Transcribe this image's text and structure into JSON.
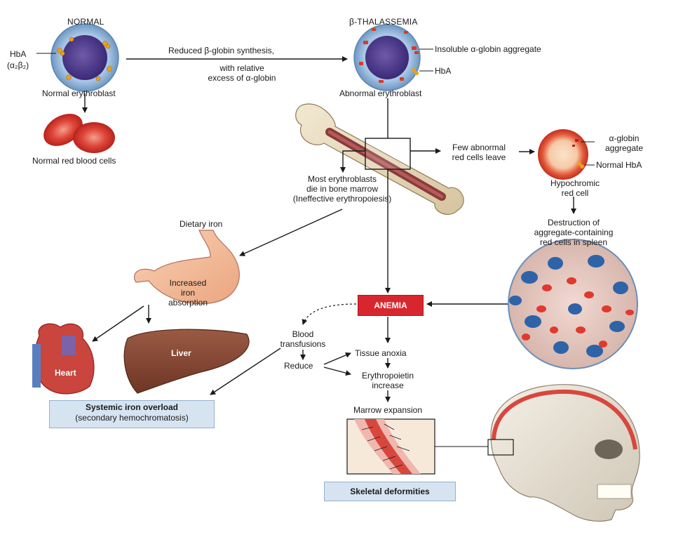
{
  "header": {
    "normal": "NORMAL",
    "thal": "β-THALASSEMIA"
  },
  "labels": {
    "hba_left_1": "HbA",
    "hba_left_2": "(α₂β₂)",
    "normal_erythroblast": "Normal erythroblast",
    "normal_rbc": "Normal red blood cells",
    "arrow_top_1": "Reduced β-globin synthesis,",
    "arrow_top_2": "with relative",
    "arrow_top_3": "excess of α-globin",
    "insoluble": "Insoluble α-globin aggregate",
    "hba_right": "HbA",
    "abnormal_erythroblast": "Abnormal erythroblast",
    "few_abnormal_1": "Few abnormal",
    "few_abnormal_2": "red cells leave",
    "alpha_agg_1": "α-globin",
    "alpha_agg_2": "aggregate",
    "normal_hba": "Normal HbA",
    "hypochromic_1": "Hypochromic",
    "hypochromic_2": "red cell",
    "most_1": "Most erythroblasts",
    "most_2": "die in bone marrow",
    "most_3": "(Ineffective erythropoiesis)",
    "destruction_1": "Destruction of",
    "destruction_2": "aggregate-containing",
    "destruction_3": "red cells in spleen",
    "dietary_iron": "Dietary iron",
    "increased_1": "Increased",
    "increased_2": "iron",
    "increased_3": "absorption",
    "anemia": "ANEMIA",
    "blood_1": "Blood",
    "blood_2": "transfusions",
    "reduce": "Reduce",
    "tissue_anoxia": "Tissue anoxia",
    "epo_1": "Erythropoietin",
    "epo_2": "increase",
    "marrow_expansion": "Marrow expansion",
    "heart": "Heart",
    "liver": "Liver",
    "systemic_1": "Systemic iron overload",
    "systemic_2": "(secondary hemochromatosis)",
    "skeletal": "Skeletal deformities"
  },
  "colors": {
    "anemia_red": "#d8262f",
    "blue_box": "#d6e4f2",
    "cell_blue": "#8fb6de",
    "rbc_red": "#e0392e",
    "bone": "#e9dcc0",
    "marrow": "#8a3a3a"
  }
}
